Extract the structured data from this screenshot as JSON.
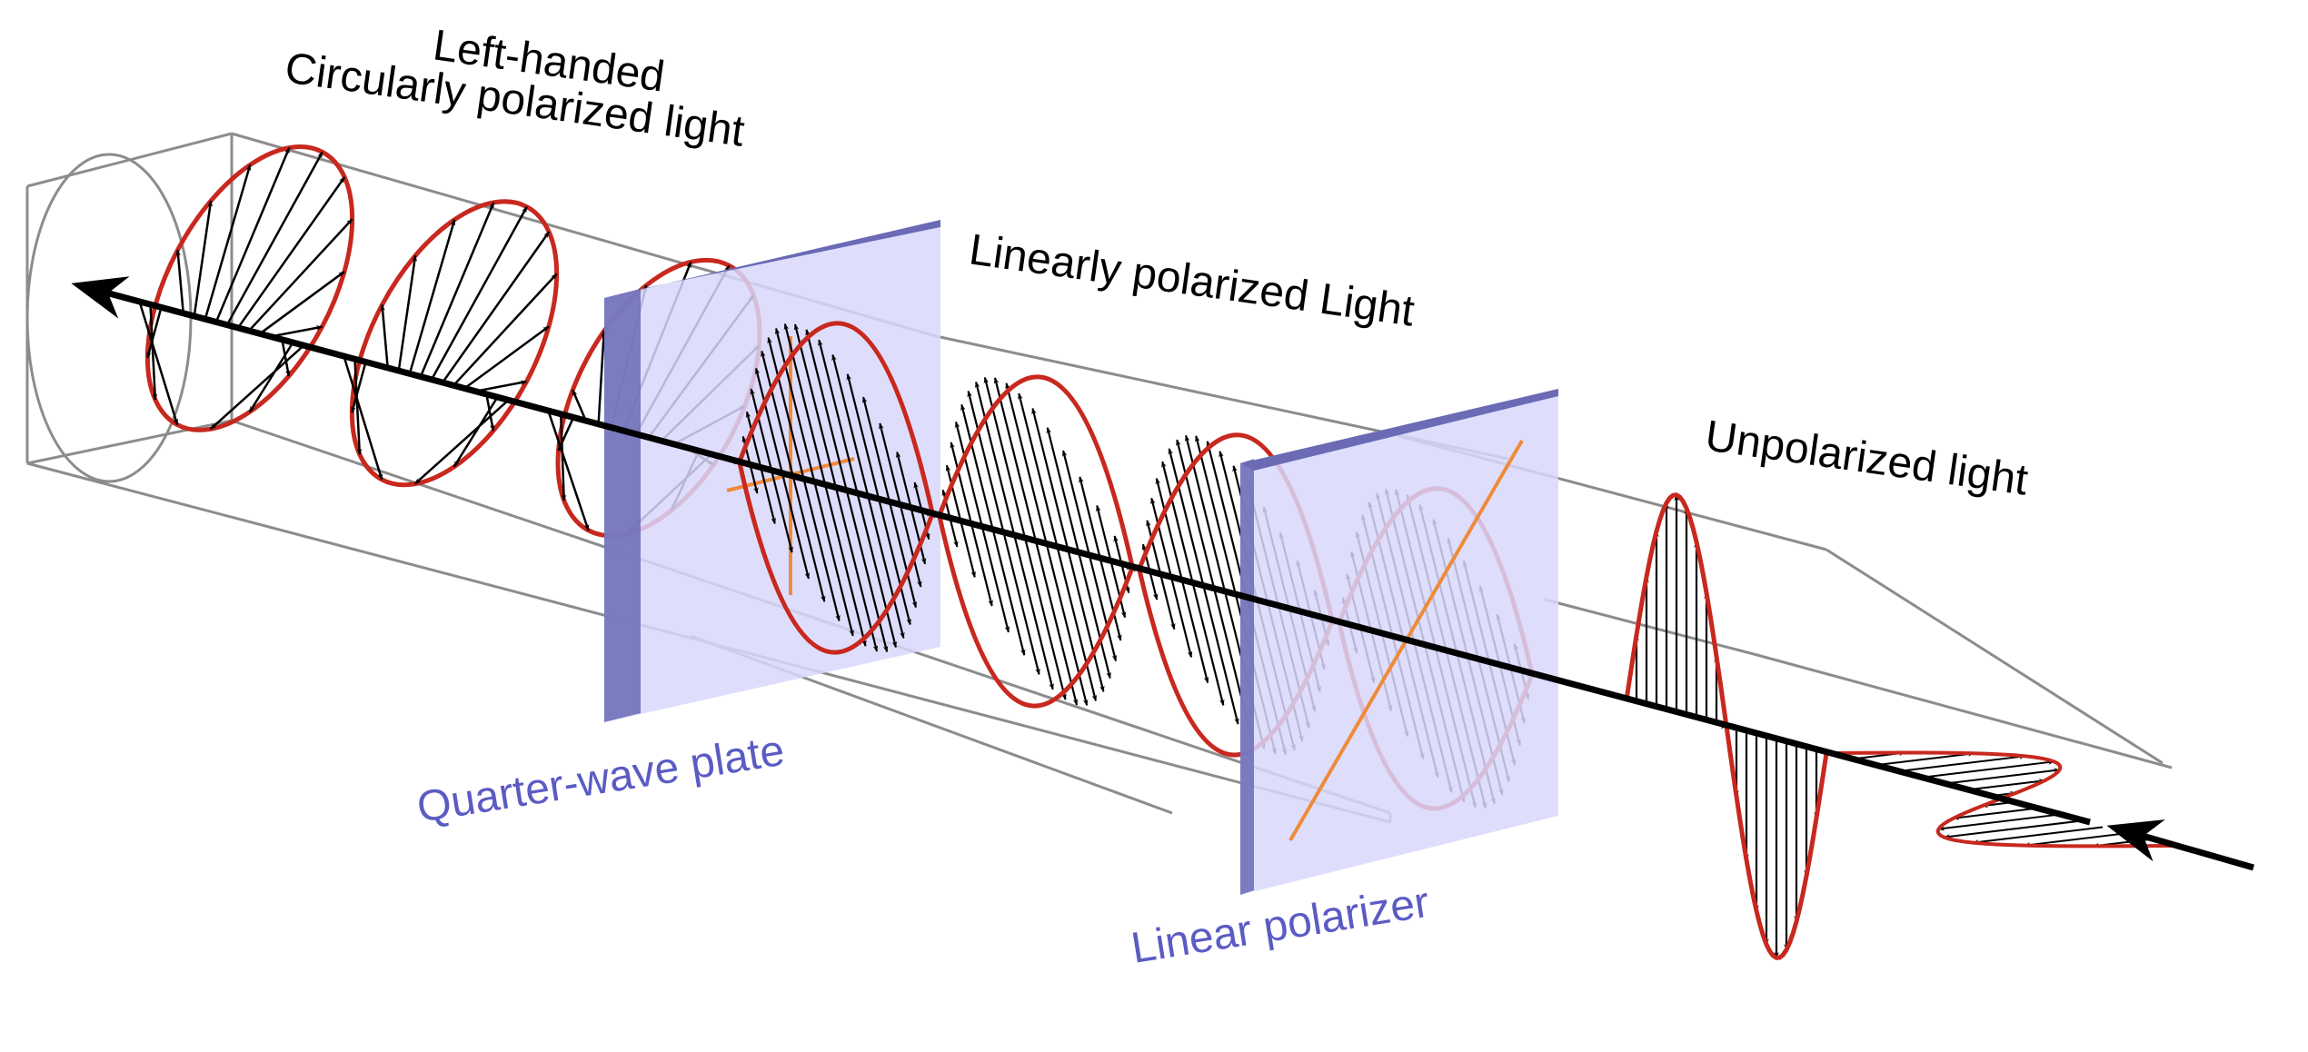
{
  "labels": {
    "circular_line1": "Left-handed",
    "circular_line2": "Circularly polarized light",
    "linear": "Linearly polarized Light",
    "unpolarized": "Unpolarized light",
    "quarter_wave": "Quarter-wave plate",
    "linear_polarizer": "Linear polarizer"
  },
  "colors": {
    "plate_fill": "#d8d8fb",
    "plate_edge": "#6a6ab5",
    "plate_label": "#5b5bc4",
    "wave_curve": "#c8281e",
    "optic_axis": "#f08a3a",
    "guide_line": "#8c8c8c",
    "vectors": "#000000"
  },
  "icons": {
    "propagation_arrow": "arrow-left-icon",
    "field_vector": "arrowhead-icon"
  }
}
